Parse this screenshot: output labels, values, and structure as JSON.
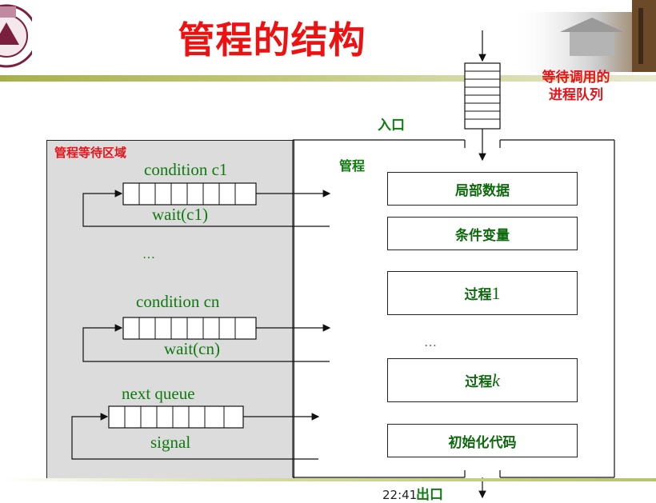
{
  "slide": {
    "title": "管程的结构",
    "time": "22:41",
    "header_line_color": "#b9c36a"
  },
  "diagram": {
    "queue_label": "等待调用的\n进程队列",
    "entry_label": "入口",
    "exit_label": "出口",
    "monitor_label": "管程",
    "wait_area_label": "管程等待区域",
    "conditions": [
      {
        "name": "condition c1",
        "wait": "wait(c1)"
      },
      {
        "name": "condition cn",
        "wait": "wait(cn)"
      }
    ],
    "ellipsis_left": "…",
    "ellipsis_right": "…",
    "next_queue": {
      "name": "next queue",
      "op": "signal"
    },
    "boxes": {
      "local_data": "局部数据",
      "cond_vars": "条件变量",
      "proc1_prefix": "过程",
      "proc1_suffix": "1",
      "prock_prefix": "过程",
      "prock_suffix": "k",
      "init_code": "初始化代码"
    }
  }
}
